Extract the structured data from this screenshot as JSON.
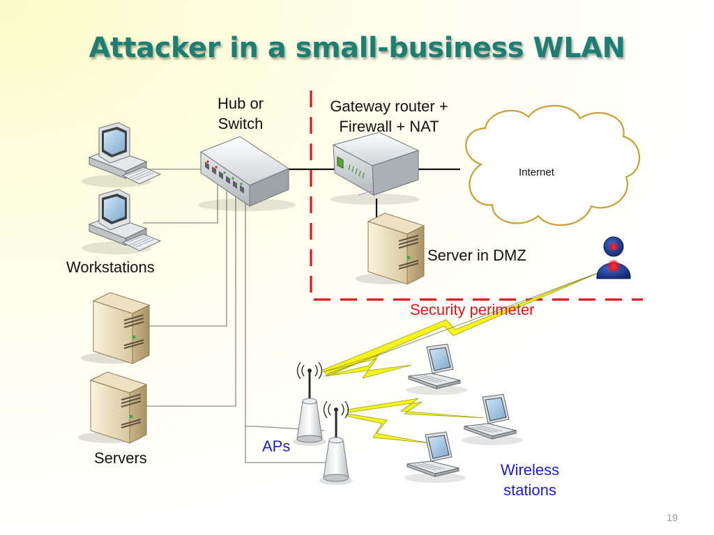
{
  "slide": {
    "title": "Attacker in a small-business WLAN",
    "page_number": "19"
  },
  "labels": {
    "hub_line1": "Hub or",
    "hub_line2": "Switch",
    "gateway_line1": "Gateway router +",
    "gateway_line2": "Firewall + NAT",
    "internet": "Internet",
    "server_dmz": "Server in DMZ",
    "workstations": "Workstations",
    "servers": "Servers",
    "security_perimeter": "Security perimeter",
    "aps": "APs",
    "wireless_line1": "Wireless",
    "wireless_line2": "stations"
  },
  "colors": {
    "title": "#1d7f72",
    "perimeter": "#e3141b",
    "wireless_label": "#1c1ccc",
    "lightning": "#f4f41a",
    "cloud_outline": "#c8a032",
    "attacker": "#1a3a8f"
  },
  "icons": [
    "workstation-icon",
    "switch-icon",
    "router-icon",
    "cloud-icon",
    "server-icon",
    "attacker-icon",
    "access-point-icon",
    "laptop-icon",
    "lightning-icon"
  ]
}
